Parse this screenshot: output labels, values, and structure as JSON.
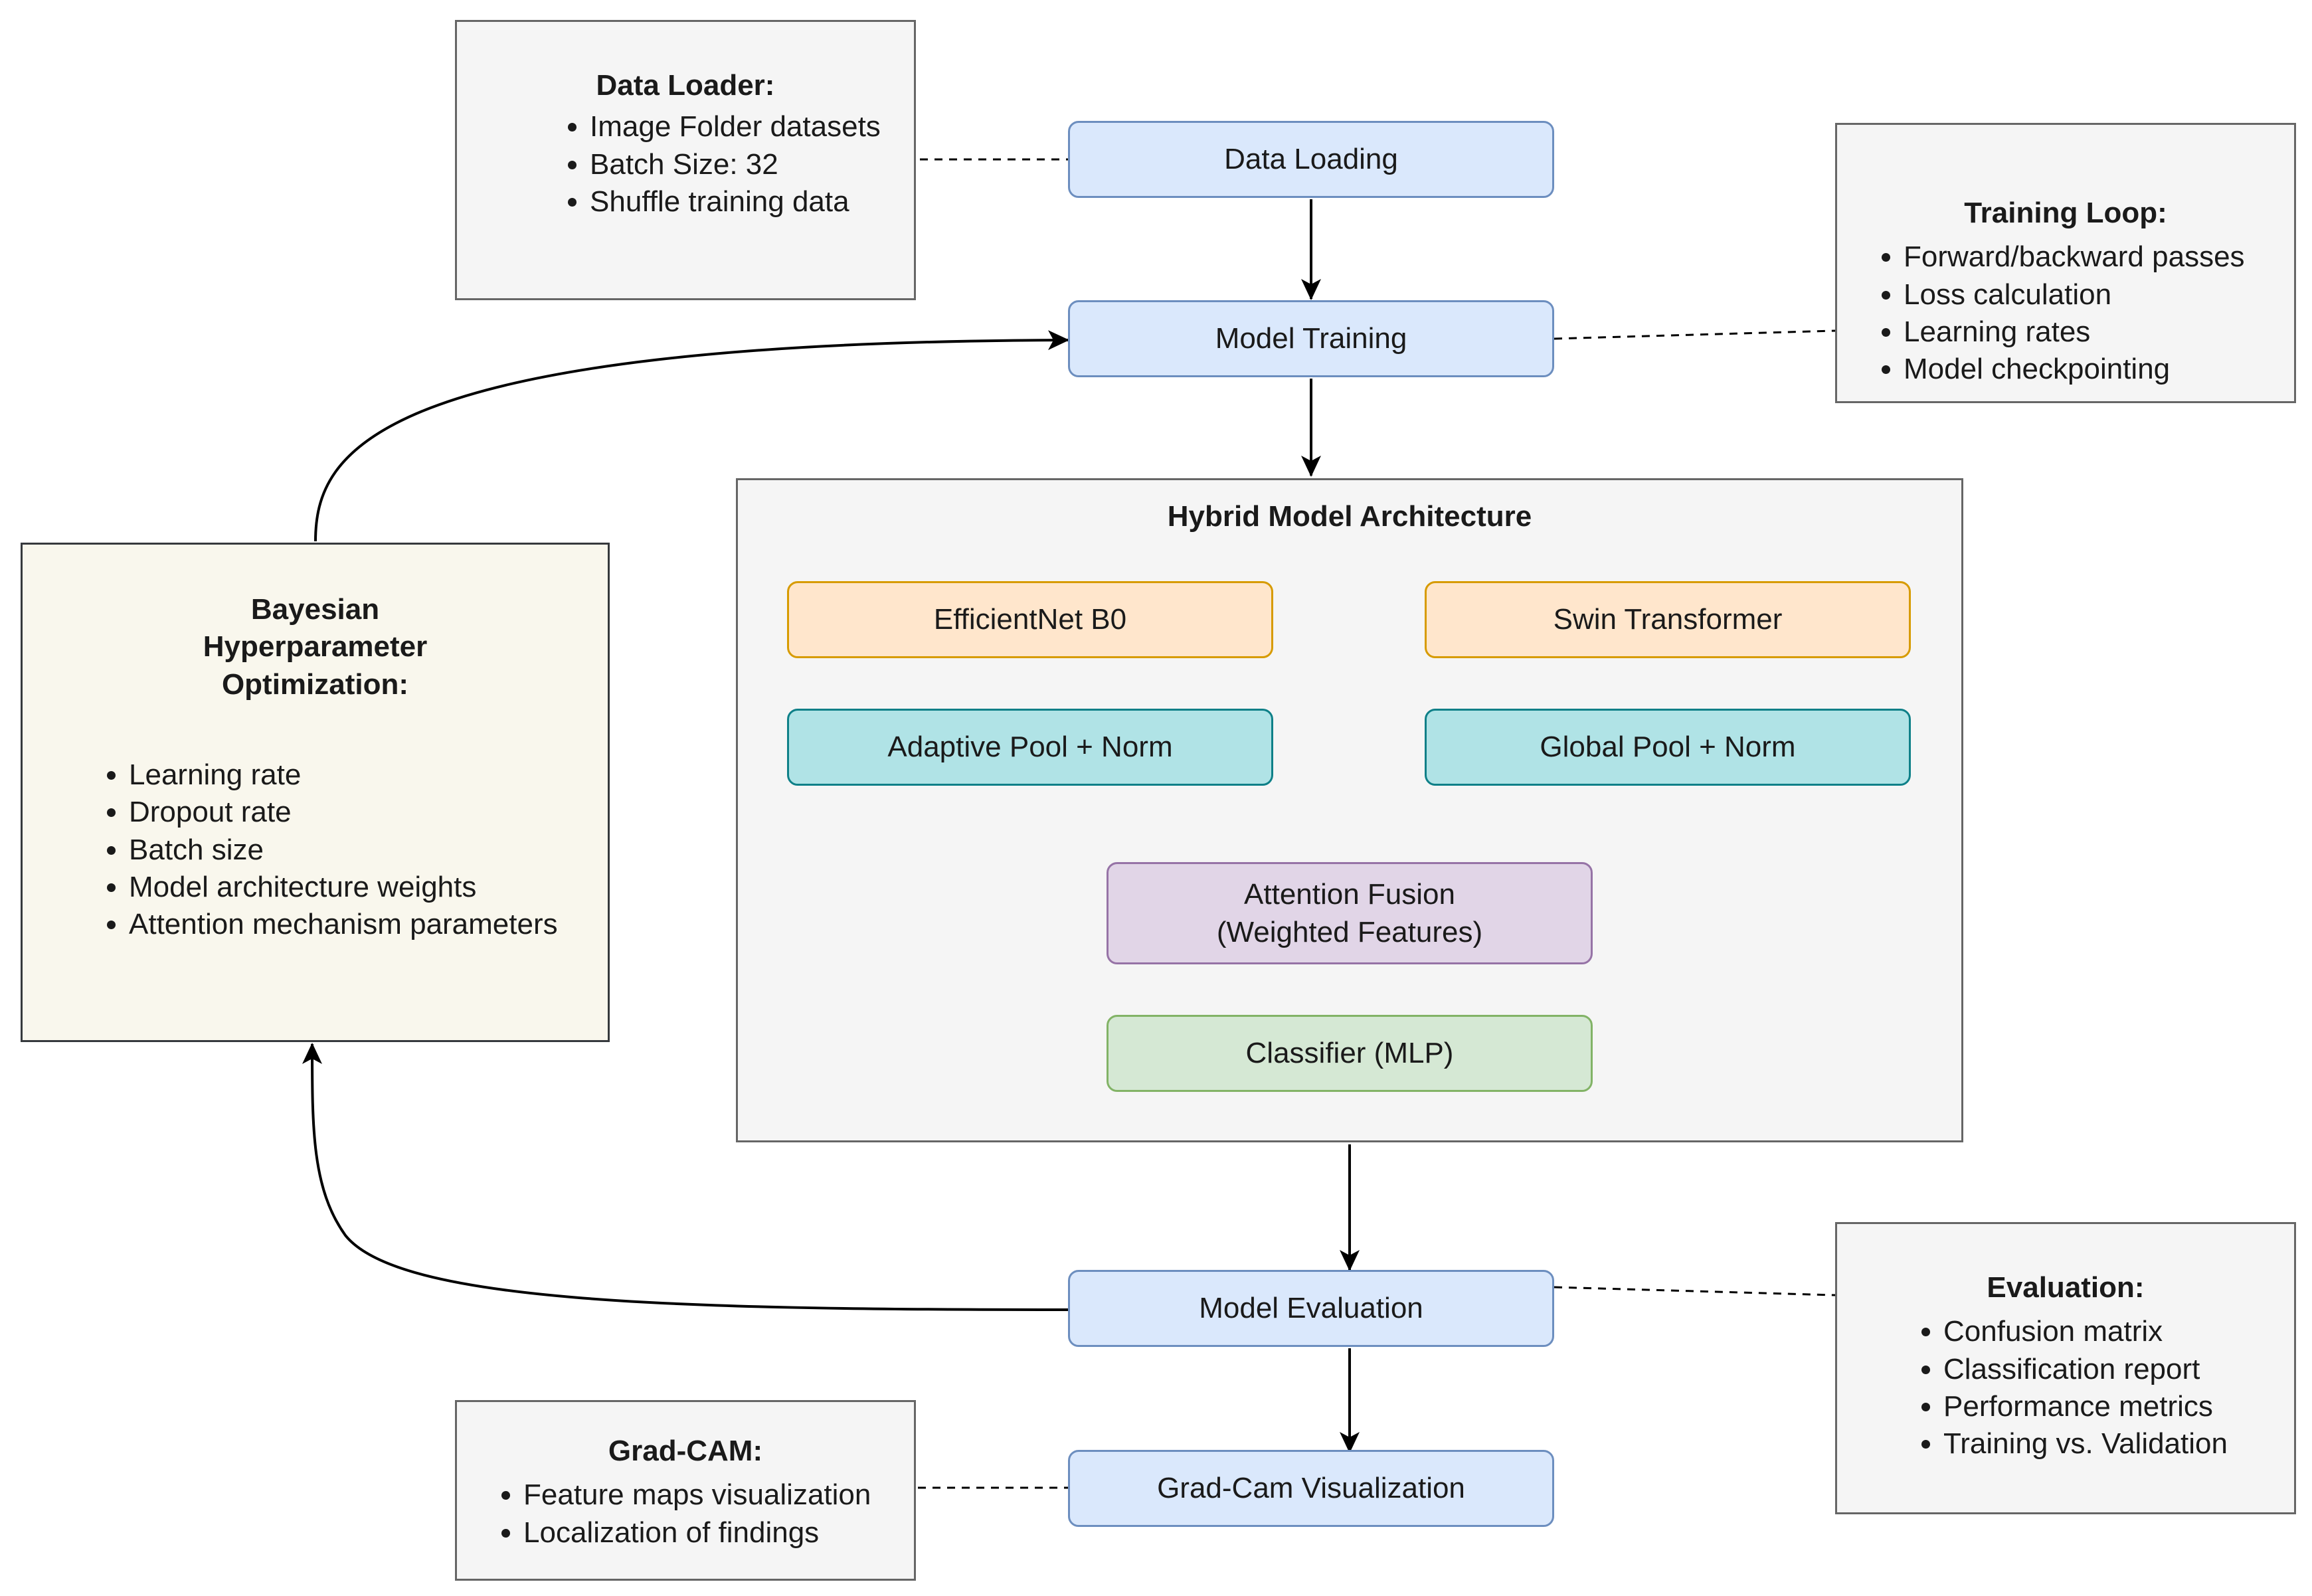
{
  "flow": {
    "data_loading": "Data Loading",
    "model_training": "Model Training",
    "model_evaluation": "Model Evaluation",
    "gradcam_visualization": "Grad-Cam Visualization"
  },
  "architecture": {
    "title": "Hybrid Model Architecture",
    "efficientnet": "EfficientNet B0",
    "swin": "Swin Transformer",
    "adaptive_pool": "Adaptive Pool + Norm",
    "global_pool": "Global Pool + Norm",
    "attention_fusion_line1": "Attention Fusion",
    "attention_fusion_line2": "(Weighted Features)",
    "classifier": "Classifier (MLP)"
  },
  "notes": {
    "data_loader": {
      "title": "Data Loader:",
      "items": [
        "Image Folder datasets",
        "Batch Size: 32",
        "Shuffle training data"
      ]
    },
    "training_loop": {
      "title": "Training Loop:",
      "items": [
        "Forward/backward passes",
        "Loss calculation",
        "Learning rates",
        "Model checkpointing"
      ]
    },
    "evaluation": {
      "title": "Evaluation:",
      "items": [
        "Confusion matrix",
        "Classification report",
        "Performance metrics",
        "Training vs. Validation"
      ]
    },
    "gradcam": {
      "title": "Grad-CAM:",
      "items": [
        "Feature maps visualization",
        "Localization of findings"
      ]
    }
  },
  "bayesian": {
    "title_line1": "Bayesian",
    "title_line2": "Hyperparameter",
    "title_line3": "Optimization:",
    "items": [
      "Learning rate",
      "Dropout rate",
      "Batch size",
      "Model architecture weights",
      "Attention mechanism parameters"
    ]
  },
  "colors": {
    "blue_fill": "#dae8fc",
    "blue_stroke": "#6c8ebf",
    "orange_fill": "#ffe6cc",
    "orange_stroke": "#d79b00",
    "teal_fill": "#b0e3e6",
    "teal_stroke": "#0e8088",
    "purple_fill": "#e1d5e7",
    "purple_stroke": "#9673a6",
    "green_fill": "#d5e8d4",
    "green_stroke": "#82b366",
    "note_fill": "#f5f5f5",
    "bayes_fill": "#f9f7ed"
  }
}
